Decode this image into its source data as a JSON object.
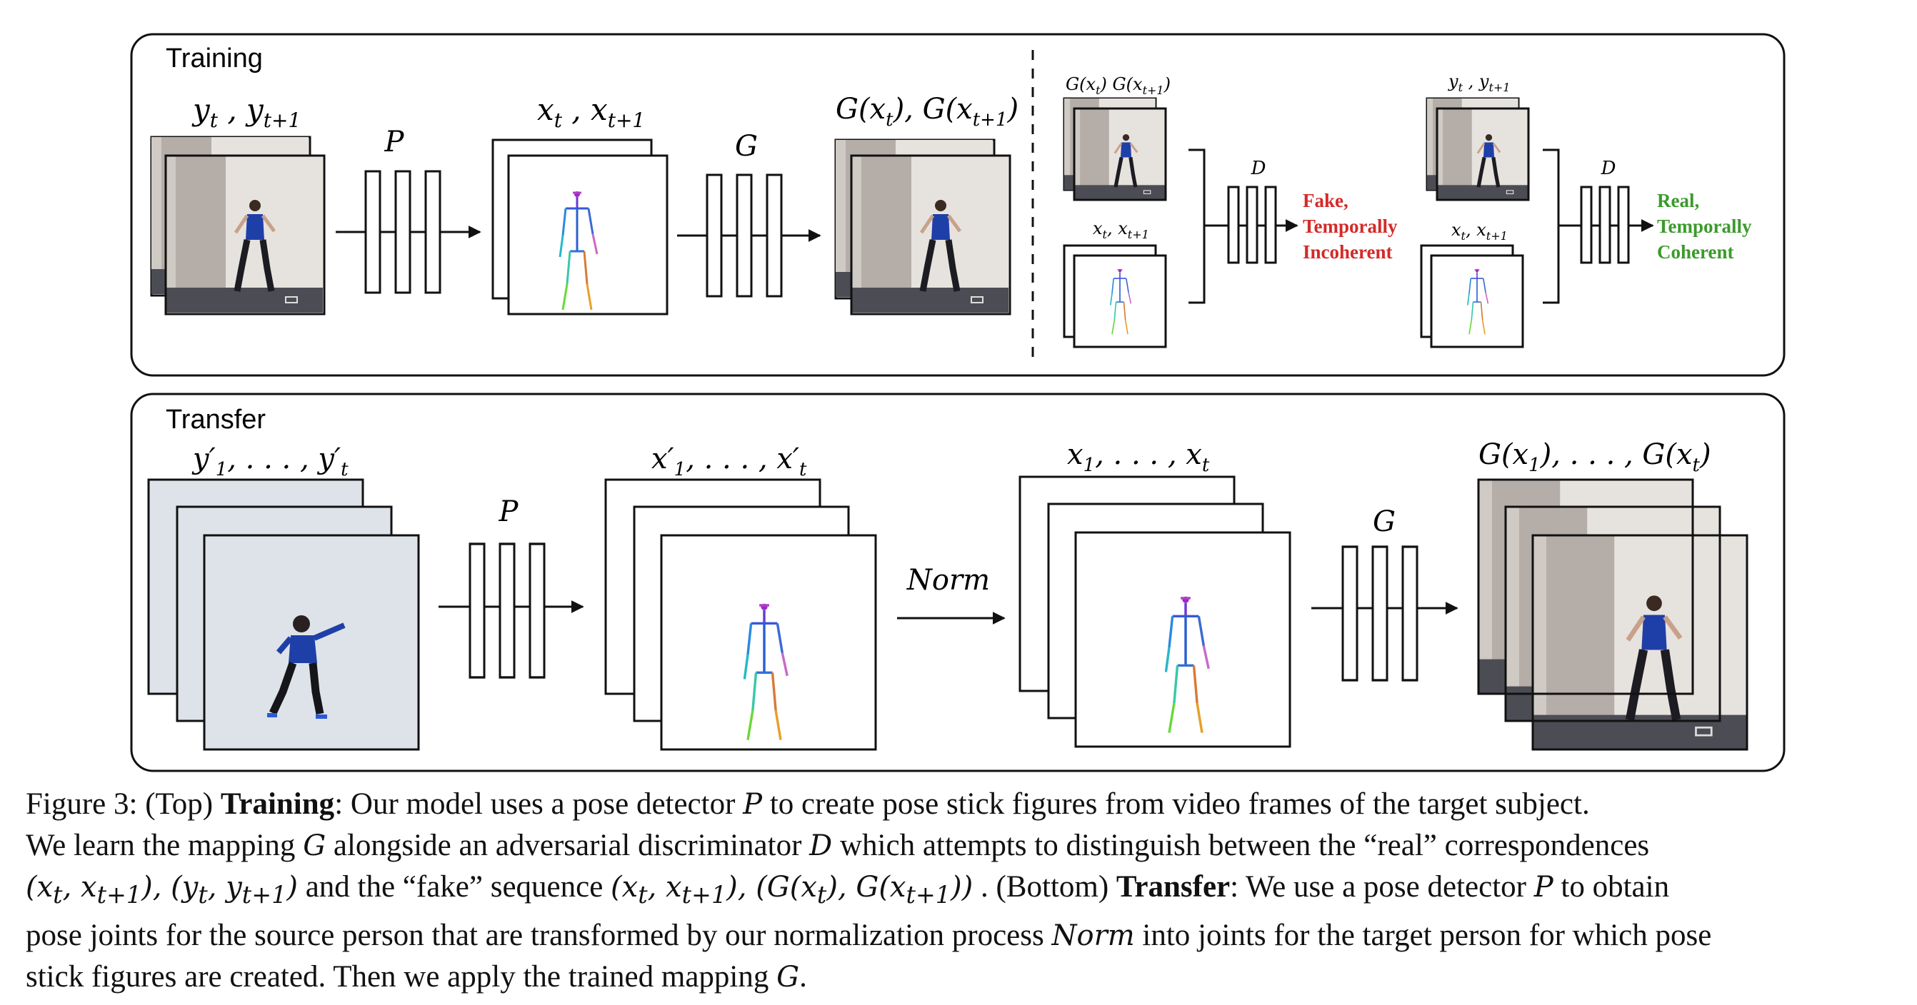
{
  "training": {
    "panel_title": "Training",
    "label_y_input": "y_t , y_t+1",
    "label_P": "P",
    "label_x": "x_t , x_t+1",
    "label_G": "G",
    "label_Gx": "G(x_t), G(x_t+1)",
    "disc": {
      "fake_top_label": "G(x_t) G(x_t+1)",
      "fake_bottom_label": "x_t , x_t+1",
      "real_top_label": "y_t , y_t+1",
      "real_bottom_label": "x_t , x_t+1",
      "label_D": "D",
      "fake_result": [
        "Fake,",
        "Temporally",
        "Incoherent"
      ],
      "real_result": [
        "Real,",
        "Temporally",
        "Coherent"
      ],
      "fake_color": "#d42a2a",
      "real_color": "#3c9a2c"
    }
  },
  "transfer": {
    "panel_title": "Transfer",
    "label_y_input": "y′_1, . . . , y′_t",
    "label_P": "P",
    "label_xprime": "x′_1, . . . , x′_t",
    "label_norm": "Norm",
    "label_x": "x_1, . . . , x_t",
    "label_G": "G",
    "label_Gx": "G(x_1), . . . , G(x_t)"
  },
  "caption": {
    "lines": [
      "Figure 3: (Top) Training: Our model uses a pose detector P to create pose stick figures from video frames of the target subject.",
      "We learn the mapping G alongside an adversarial discriminator D which attempts to distinguish between the “real” correspondences",
      "(x_t, x_t+1), (y_t, y_t+1) and the “fake” sequence (x_t, x_t+1), (G(x_t), G(x_t+1)) . (Bottom) Transfer: We use a pose detector P to obtain",
      "pose joints for the source person that are transformed by our normalization process Norm into joints for the target person for which pose",
      "stick figures are created. Then we apply the trained mapping G."
    ]
  },
  "colors": {
    "frame_border": "#111111",
    "wall": "#e4e1dc",
    "door": "#b4aca6",
    "floor": "#4a4b52",
    "studio_bg": "#dde3e8",
    "shirt": "#1f3fa8"
  }
}
